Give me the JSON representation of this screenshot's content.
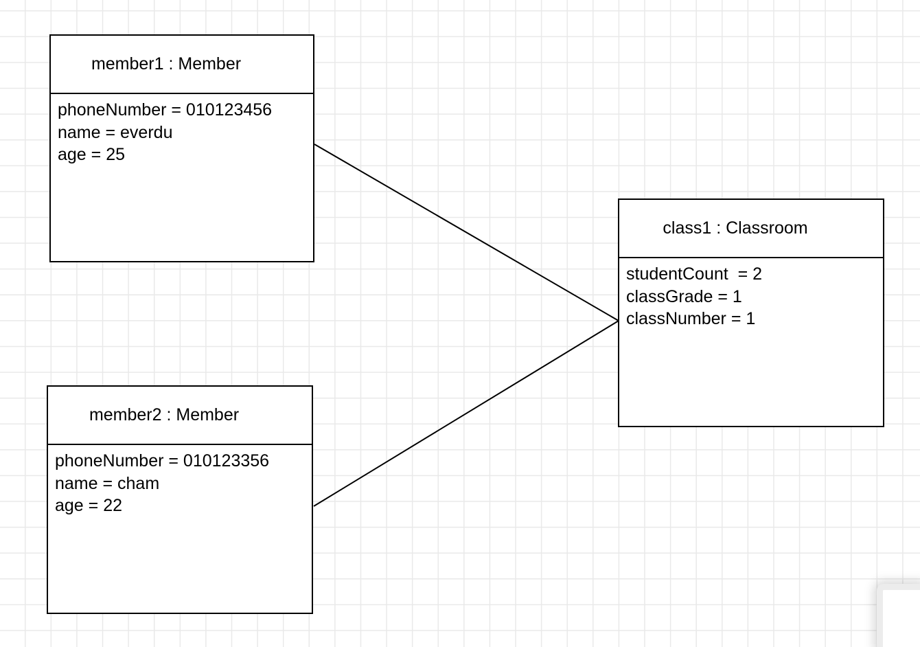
{
  "diagram": {
    "type": "uml-object-diagram",
    "objects": [
      {
        "id": "member1",
        "title": "member1 : Member",
        "attributes": [
          "phoneNumber = 010123456",
          "name = everdu",
          "age = 25"
        ]
      },
      {
        "id": "member2",
        "title": "member2 : Member",
        "attributes": [
          "phoneNumber = 010123356",
          "name = cham",
          "age = 22"
        ]
      },
      {
        "id": "class1",
        "title": "class1 : Classroom",
        "attributes": [
          "studentCount  = 2",
          "classGrade = 1",
          "classNumber = 1"
        ]
      }
    ],
    "connections": [
      {
        "from": "member1",
        "to": "class1"
      },
      {
        "from": "member2",
        "to": "class1"
      }
    ],
    "colors": {
      "box_border": "#000000",
      "box_fill": "#ffffff",
      "text": "#000000",
      "connector": "#000000",
      "grid_line": "#e9e9e9",
      "canvas_background": "#ffffff"
    }
  }
}
